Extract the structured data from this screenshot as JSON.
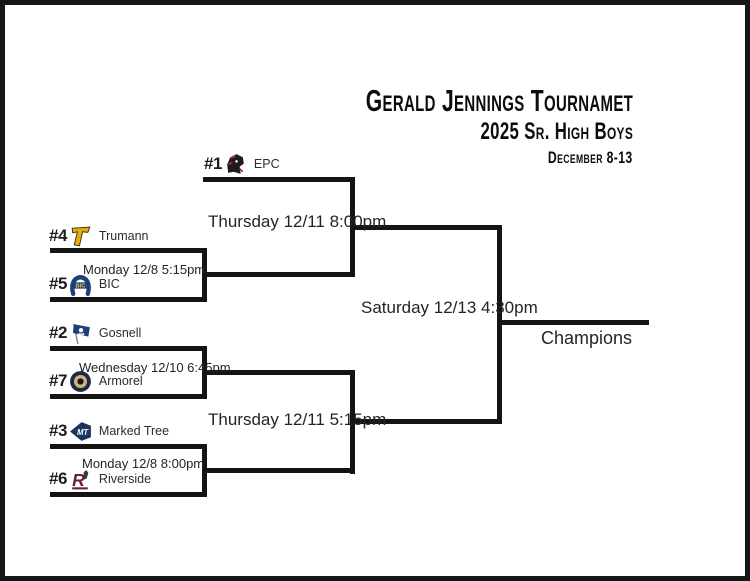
{
  "header": {
    "title": "Gerald Jennings Tournamet",
    "subtitle": "2025 Sr. High Boys",
    "date_range": "December 8-13"
  },
  "bracket": {
    "teams": [
      {
        "seed": "#1",
        "name": "EPC",
        "logo_icon": "epc-warrior-mascot"
      },
      {
        "seed": "#4",
        "name": "Trumann",
        "logo_icon": "trumann-gold-t"
      },
      {
        "seed": "#5",
        "name": "BIC",
        "logo_icon": "bic-horseshoe",
        "logo_text": "BIC"
      },
      {
        "seed": "#2",
        "name": "Gosnell",
        "logo_icon": "gosnell-pirate-flag"
      },
      {
        "seed": "#7",
        "name": "Armorel",
        "logo_icon": "armorel-round-badge"
      },
      {
        "seed": "#3",
        "name": "Marked Tree",
        "logo_icon": "marked-tree-arrowhead",
        "logo_text": "MT"
      },
      {
        "seed": "#6",
        "name": "Riverside",
        "logo_icon": "riverside-rebel-r",
        "logo_text": "R"
      }
    ],
    "games": {
      "qf_4v5": "Monday 12/8 5:15pm",
      "qf_2v7": "Wednesday 12/10 6:45pm",
      "qf_3v6": "Monday 12/8 8:00pm",
      "sf_top": "Thursday 12/11 8:00pm",
      "sf_bottom": "Thursday 12/11 5:15pm",
      "final": "Saturday 12/13 4:30pm"
    },
    "champion_label": "Champions"
  },
  "colors": {
    "line": "#141414",
    "navy": "#1c3f7c",
    "gold": "#e0ad12",
    "maroon": "#6d2033"
  }
}
